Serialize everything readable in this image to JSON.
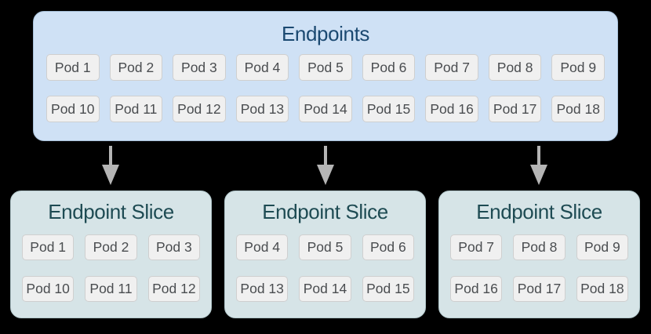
{
  "diagram": {
    "endpoints": {
      "title": "Endpoints",
      "rows": [
        [
          "Pod 1",
          "Pod 2",
          "Pod 3",
          "Pod 4",
          "Pod 5",
          "Pod 6",
          "Pod 7",
          "Pod 8",
          "Pod 9"
        ],
        [
          "Pod 10",
          "Pod 11",
          "Pod 12",
          "Pod 13",
          "Pod 14",
          "Pod 15",
          "Pod 16",
          "Pod 17",
          "Pod 18"
        ]
      ]
    },
    "slices": [
      {
        "title": "Endpoint Slice",
        "rows": [
          [
            "Pod 1",
            "Pod 2",
            "Pod 3"
          ],
          [
            "Pod 10",
            "Pod 11",
            "Pod 12"
          ]
        ]
      },
      {
        "title": "Endpoint Slice",
        "rows": [
          [
            "Pod 4",
            "Pod 5",
            "Pod 6"
          ],
          [
            "Pod 13",
            "Pod 14",
            "Pod 15"
          ]
        ]
      },
      {
        "title": "Endpoint Slice",
        "rows": [
          [
            "Pod 7",
            "Pod 8",
            "Pod 9"
          ],
          [
            "Pod 16",
            "Pod 17",
            "Pod 18"
          ]
        ]
      }
    ],
    "arrows": [
      "down-arrow",
      "down-arrow",
      "down-arrow"
    ],
    "colors": {
      "background": "#000000",
      "endpoints_fill": "#cfe1f5",
      "endpoints_border": "#a6bfd8",
      "endpoints_title_text": "#1b4971",
      "slice_fill": "#d6e4e7",
      "slice_border": "#b2c7cb",
      "slice_title_text": "#1e4b53",
      "pod_fill": "#f0f0f0",
      "pod_border": "#cfcfcf",
      "pod_text": "#4a4d50",
      "arrow": "#b5b5b5"
    }
  }
}
